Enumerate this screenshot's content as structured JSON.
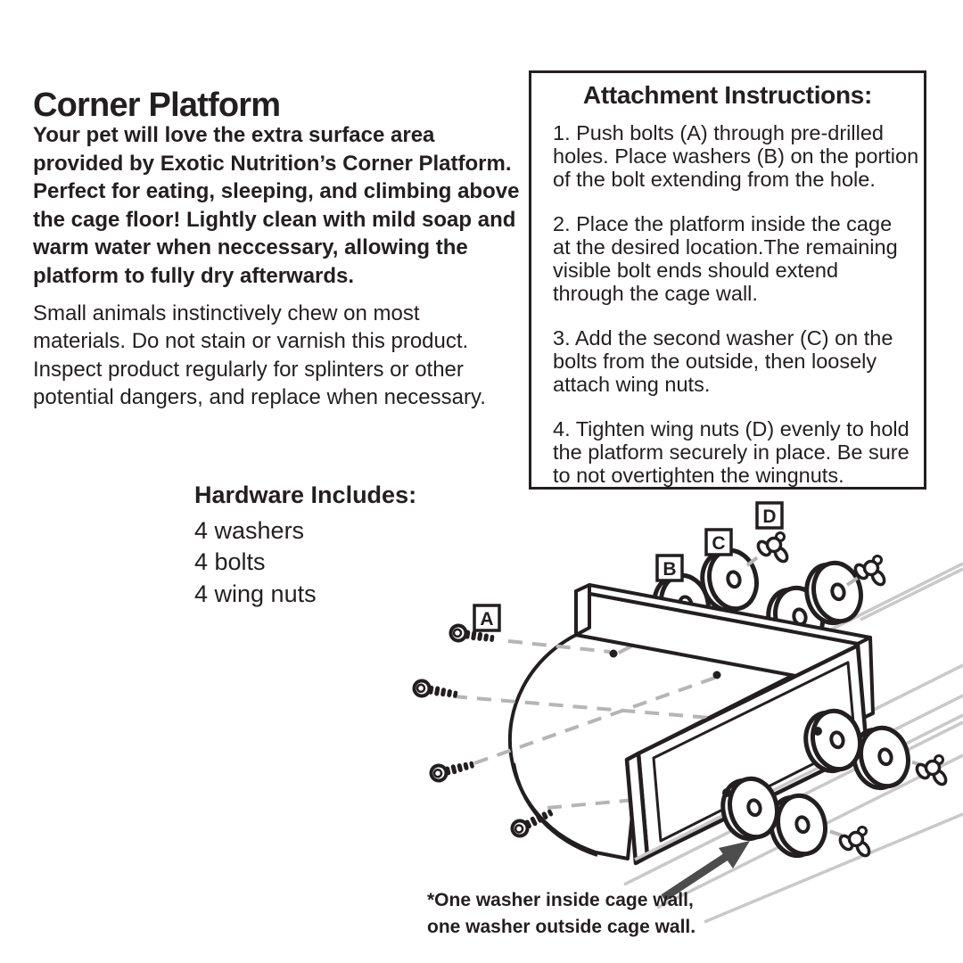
{
  "left_column": {
    "title": "Corner Platform",
    "intro_lines": [
      "Your pet will love the extra surface area",
      "provided by Exotic Nutrition’s Corner Platform.",
      "Perfect for eating, sleeping, and climbing above",
      "the cage floor! Lightly clean with mild soap and",
      "warm water when neccessary, allowing the",
      "platform to fully dry afterwards."
    ],
    "care_lines": [
      "Small animals instinctively chew on most",
      "materials. Do not stain or varnish this product.",
      "Inspect product regularly for splinters or other",
      "potential dangers, and replace when necessary."
    ]
  },
  "hardware": {
    "heading": "Hardware Includes:",
    "items": [
      "4 washers",
      "4 bolts",
      "4 wing nuts"
    ]
  },
  "instructions": {
    "heading": "Attachment Instructions:",
    "steps": [
      {
        "lines": [
          "1. Push bolts (A) through pre-drilled",
          "holes. Place washers (B) on the portion",
          "of the bolt extending from the hole."
        ]
      },
      {
        "lines": [
          "2. Place the platform inside the cage",
          "at the desired location.The remaining",
          "visible bolt ends should extend",
          "through the cage wall."
        ]
      },
      {
        "lines": [
          "3. Add the second washer (C) on the",
          "bolts from the outside, then loosely",
          "attach wing nuts."
        ]
      },
      {
        "lines": [
          "4. Tighten wing nuts (D) evenly to hold",
          "the platform securely in place. Be sure",
          "to not overtighten the wingnuts."
        ]
      }
    ]
  },
  "diagram": {
    "labels": {
      "bolt": "A",
      "washer_inside": "B",
      "washer_outside": "C",
      "wing_nut": "D"
    },
    "footnote_lines": [
      "*One washer inside cage wall,",
      "one washer outside cage wall."
    ]
  },
  "colors": {
    "ink": "#231f20",
    "dash_gray": "#b5b5b5",
    "wire_gray": "#c9c9c9",
    "arrow_gray": "#4d4d4d"
  }
}
